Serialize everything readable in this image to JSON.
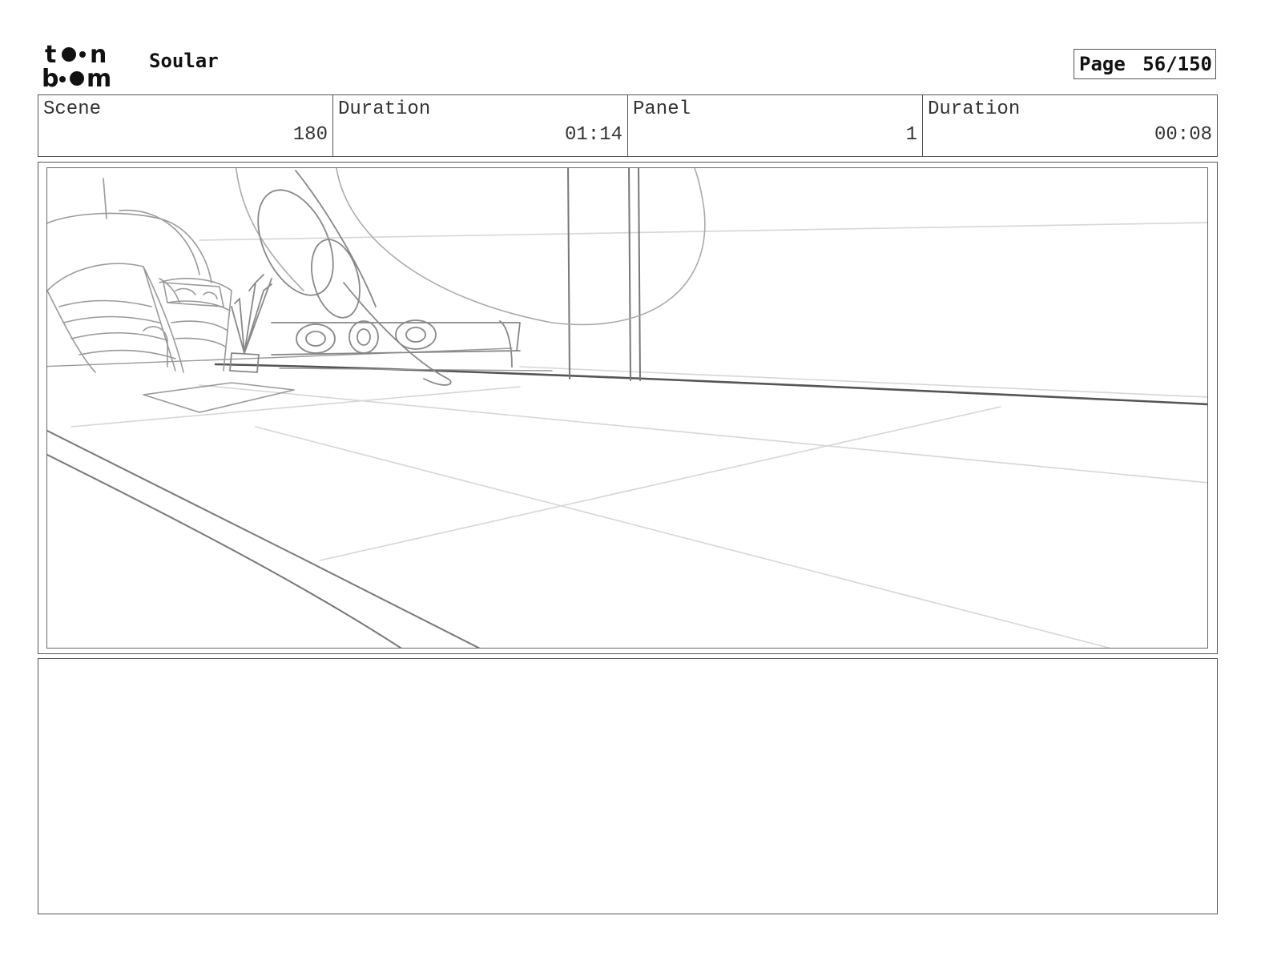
{
  "header": {
    "logo_alt": "toon boom",
    "project_title": "Soular",
    "page_label": "Page",
    "page_number": "56/150"
  },
  "info": {
    "scene_label": "Scene",
    "scene_value": "180",
    "scene_duration_label": "Duration",
    "scene_duration_value": "01:14",
    "panel_label": "Panel",
    "panel_value": "1",
    "panel_duration_label": "Duration",
    "panel_duration_value": "00:08"
  },
  "notes": {
    "text": ""
  }
}
